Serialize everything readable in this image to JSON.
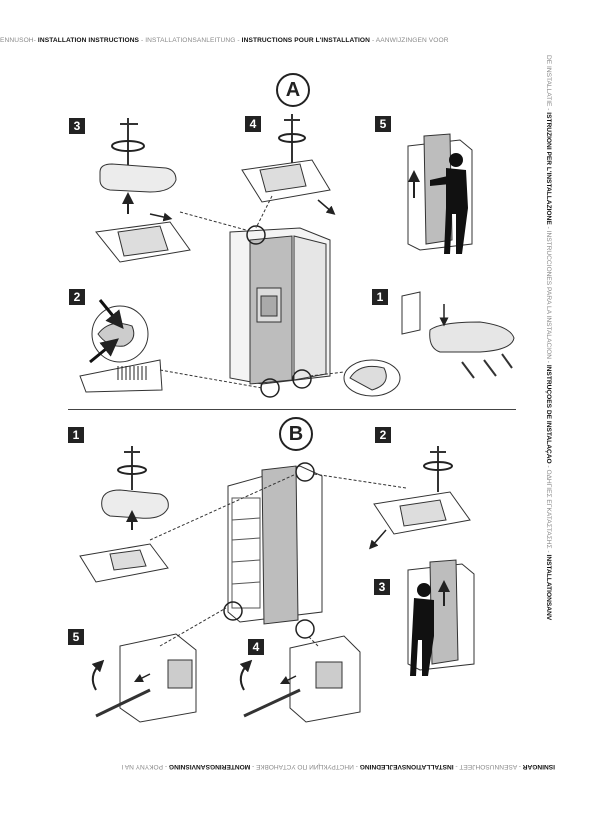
{
  "header": {
    "seg1": "ENNUSOH-",
    "seg2": "INSTALLATION INSTRUCTIONS",
    "seg3": " - INSTALLATIONSANLEITUNG - ",
    "seg4": "INSTRUCTIONS POUR L'INSTALLATION",
    "seg5": " - AANWIJZINGEN VOOR"
  },
  "side_text": {
    "seg1": "DE INSTALLATIE - ",
    "seg2": "ISTRUZIONI PER L'INSTALLAZIONE",
    "seg3": " - INSTRUCCIONES PARA LA INSTALACIÓN - ",
    "seg4": "INSTRUÇÕES DE INSTALAÇÃO",
    "seg5": " - ΟΔΗΓΙΕΣ ΕΓΚΑΤΑΣΤΑΣΗΣ - ",
    "seg6": "INSTALLATIONSANV"
  },
  "footer": {
    "seg1": "ISNINGAR",
    "seg2": " - ASENNUSOHJEET - ",
    "seg3": "INSTALLATIONSVEJLEDNING",
    "seg4": " - ИНСТРУКЦИИ ПО УСТАНОВКЕ - ",
    "seg5": "MONTERINGSANVISNING",
    "seg6": " - POKYNY NA I"
  },
  "section_a": {
    "label": "A",
    "steps": [
      "3",
      "4",
      "5",
      "2",
      "1"
    ]
  },
  "section_b": {
    "label": "B",
    "steps": [
      "1",
      "2",
      "3",
      "5",
      "4"
    ]
  },
  "icons": [
    "allen-key-icon",
    "rotate-arrow-icon",
    "hinge-cover-icon",
    "fridge-icon",
    "person-lifting-icon",
    "screw-icon"
  ]
}
